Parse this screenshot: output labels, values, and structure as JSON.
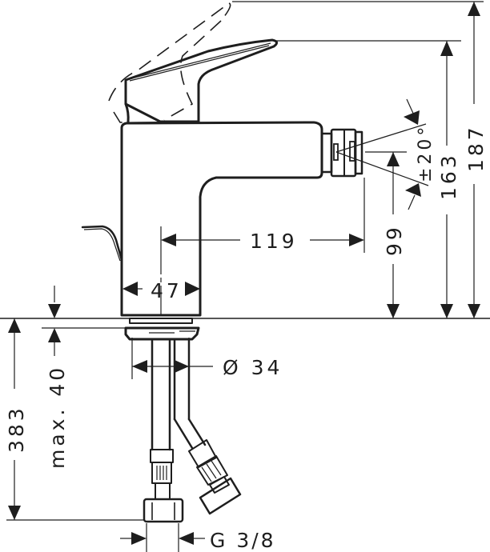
{
  "drawing": {
    "subject": "Bidet mixer tap side elevation",
    "colors": {
      "line": "#1e1e1e",
      "background": "#ffffff"
    }
  },
  "dimensions": {
    "overall_height": "187",
    "lever_height": "163",
    "spout_height": "99",
    "spout_angle": "±20°",
    "spout_reach": "119",
    "body_width": "47",
    "deck_thickness": "max. 40",
    "hose_length": "383",
    "shank_diameter": "Ø 34",
    "connection_thread": "G 3/8"
  }
}
